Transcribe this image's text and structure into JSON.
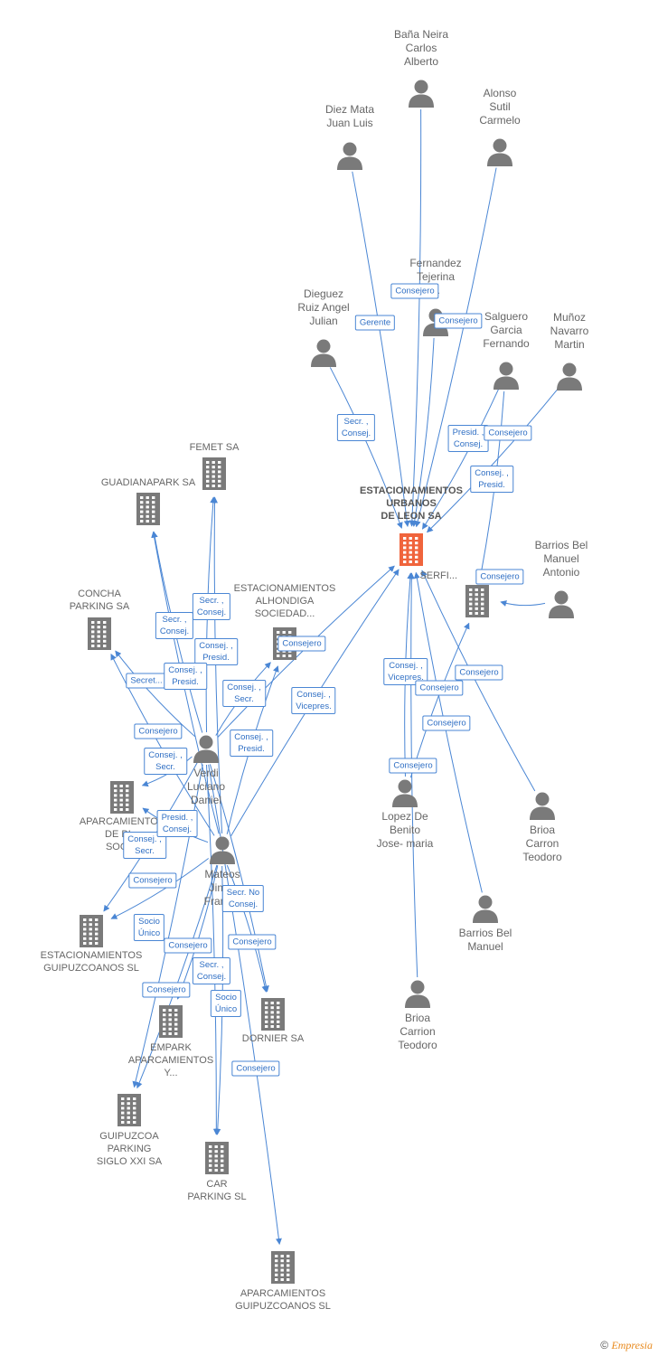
{
  "colors": {
    "edge": "#4a86d4",
    "person": "#7a7a7a",
    "company": "#7a7a7a",
    "main_company": "#f0643c",
    "label_text": "#666666",
    "edge_label_text": "#2f6fc4"
  },
  "nodes": [
    {
      "id": "main",
      "type": "company",
      "main": true,
      "label": "ESTACIONAMIENTOS\nURBANOS\nDE LEON SA"
    },
    {
      "id": "bana",
      "type": "person",
      "label": "Baña Neira\nCarlos\nAlberto"
    },
    {
      "id": "diezmata",
      "type": "person",
      "label": "Diez Mata\nJuan Luis"
    },
    {
      "id": "alonso",
      "type": "person",
      "label": "Alonso\nSutil\nCarmelo"
    },
    {
      "id": "fernandez",
      "type": "person",
      "label": "Fernandez\nTejerina\n..."
    },
    {
      "id": "dieguez",
      "type": "person",
      "label": "Dieguez\nRuiz Angel\nJulian"
    },
    {
      "id": "salguero",
      "type": "person",
      "label": "Salguero\nGarcia\nFernando"
    },
    {
      "id": "munoz",
      "type": "person",
      "label": "Muñoz\nNavarro\nMartin"
    },
    {
      "id": "barriosma",
      "type": "person",
      "label": "Barrios Bel\nManuel\nAntonio"
    },
    {
      "id": "serfi",
      "type": "company",
      "label": "SERFI..."
    },
    {
      "id": "lopez",
      "type": "person",
      "label": "Lopez De\nBenito\nJose- maria"
    },
    {
      "id": "brioa1",
      "type": "person",
      "label": "Brioa\nCarron\nTeodoro"
    },
    {
      "id": "barriosm",
      "type": "person",
      "label": "Barrios Bel\nManuel"
    },
    {
      "id": "brioa2",
      "type": "person",
      "label": "Brioa\nCarrion\nTeodoro"
    },
    {
      "id": "femet",
      "type": "company",
      "label": "FEMET SA"
    },
    {
      "id": "guadiana",
      "type": "company",
      "label": "GUADIANAPARK SA"
    },
    {
      "id": "concha",
      "type": "company",
      "label": "CONCHA\nPARKING SA"
    },
    {
      "id": "alhondiga",
      "type": "company",
      "label": "ESTACIONAMIENTOS\nALHONDIGA\nSOCIEDAD..."
    },
    {
      "id": "verdi",
      "type": "person",
      "label": "Verdi\nLuciano\nDaniel"
    },
    {
      "id": "aparcbi",
      "type": "company",
      "label": "APARCAMIENTOS\nDE BI...\nSOCI..."
    },
    {
      "id": "mateos",
      "type": "person",
      "label": "Mateos\nJim...\nFranc..."
    },
    {
      "id": "estguip",
      "type": "company",
      "label": "ESTACIONAMIENTOS\nGUIPUZCOANOS SL"
    },
    {
      "id": "empark",
      "type": "company",
      "label": "EMPARK\nAPARCAMIENTOS\nY..."
    },
    {
      "id": "dornier",
      "type": "company",
      "label": "DORNIER SA"
    },
    {
      "id": "guipuzcoa",
      "type": "company",
      "label": "GUIPUZCOA\nPARKING\nSIGLO XXI SA"
    },
    {
      "id": "carparking",
      "type": "company",
      "label": "CAR\nPARKING SL"
    },
    {
      "id": "aparcguip",
      "type": "company",
      "label": "APARCAMIENTOS\nGUIPUZCOANOS SL"
    }
  ],
  "edges": [
    {
      "from": "bana",
      "to": "main",
      "label": ""
    },
    {
      "from": "diezmata",
      "to": "main",
      "label": "Gerente"
    },
    {
      "from": "alonso",
      "to": "main",
      "label": "Consejero"
    },
    {
      "from": "fernandez",
      "to": "main",
      "label": "Consejero"
    },
    {
      "from": "dieguez",
      "to": "main",
      "label": "Secr. ,\nConsej."
    },
    {
      "from": "salguero",
      "to": "main",
      "label": "Presid. ,\nConsej."
    },
    {
      "from": "munoz",
      "to": "main",
      "label": "Consejero"
    },
    {
      "from": "salguero",
      "to": "serfi",
      "label": "Consej. ,\nPresid."
    },
    {
      "from": "barriosma",
      "to": "serfi",
      "label": "Consejero"
    },
    {
      "from": "lopez",
      "to": "main",
      "label": "Consej. ,\nVicepres."
    },
    {
      "from": "lopez",
      "to": "serfi",
      "label": "Consejero"
    },
    {
      "from": "brioa1",
      "to": "main",
      "label": "Consejero"
    },
    {
      "from": "barriosm",
      "to": "main",
      "label": "Consejero"
    },
    {
      "from": "brioa2",
      "to": "main",
      "label": "Consejero"
    },
    {
      "from": "verdi",
      "to": "alhondiga",
      "label": "Consejero"
    },
    {
      "from": "verdi",
      "to": "femet",
      "label": "Secr. ,\nConsej."
    },
    {
      "from": "verdi",
      "to": "guadiana",
      "label": "Secr. ,\nConsej."
    },
    {
      "from": "verdi",
      "to": "concha",
      "label": "Secret..."
    },
    {
      "from": "verdi",
      "to": "aparcbi",
      "label": "Consejero"
    },
    {
      "from": "verdi",
      "to": "main",
      "label": "Consej. ,\nVicepres."
    },
    {
      "from": "mateos",
      "to": "alhondiga",
      "label": "Consej. ,\nSecr."
    },
    {
      "from": "mateos",
      "to": "femet",
      "label": "Consej. ,\nPresid."
    },
    {
      "from": "mateos",
      "to": "guadiana",
      "label": "Consej. ,\nPresid."
    },
    {
      "from": "mateos",
      "to": "concha",
      "label": "Consej. ,\nSecr."
    },
    {
      "from": "mateos",
      "to": "estguip",
      "label": "Consej. ,\nSecr."
    },
    {
      "from": "mateos",
      "to": "aparcbi",
      "label": "Presid. ,\nConsej."
    },
    {
      "from": "mateos",
      "to": "main",
      "label": "Consej. ,\nPresid."
    },
    {
      "from": "verdi",
      "to": "estguip",
      "label": "Consejero"
    },
    {
      "from": "mateos",
      "to": "dornier",
      "label": "Secr.  No\nConsej."
    },
    {
      "from": "verdi",
      "to": "dornier",
      "label": "Consejero"
    },
    {
      "from": "verdi",
      "to": "guipuzcoa",
      "label": "Socio\nÚnico"
    },
    {
      "from": "mateos",
      "to": "guipuzcoa",
      "label": "Consejero"
    },
    {
      "from": "verdi",
      "to": "carparking",
      "label": "Secr. ,\nConsej."
    },
    {
      "from": "mateos",
      "to": "carparking",
      "label": "Socio\nÚnico"
    },
    {
      "from": "verdi",
      "to": "aparcguip",
      "label": "Consejero"
    },
    {
      "from": "mateos",
      "to": "empark",
      "label": "Consejero"
    }
  ],
  "copyright": {
    "symbol": "©",
    "brand": "Empresia"
  }
}
